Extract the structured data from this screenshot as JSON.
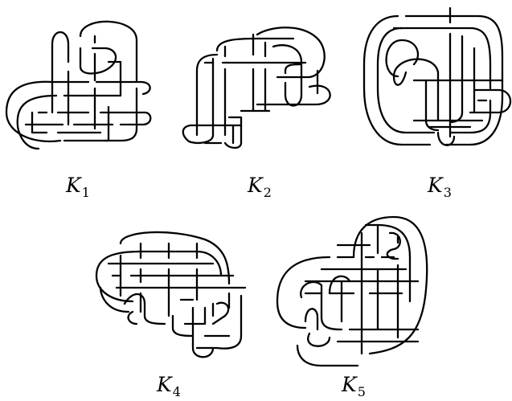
{
  "knots": [
    {
      "label": "K",
      "index": "1"
    },
    {
      "label": "K",
      "index": "2"
    },
    {
      "label": "K",
      "index": "3"
    },
    {
      "label": "K",
      "index": "4"
    },
    {
      "label": "K",
      "index": "5"
    }
  ]
}
